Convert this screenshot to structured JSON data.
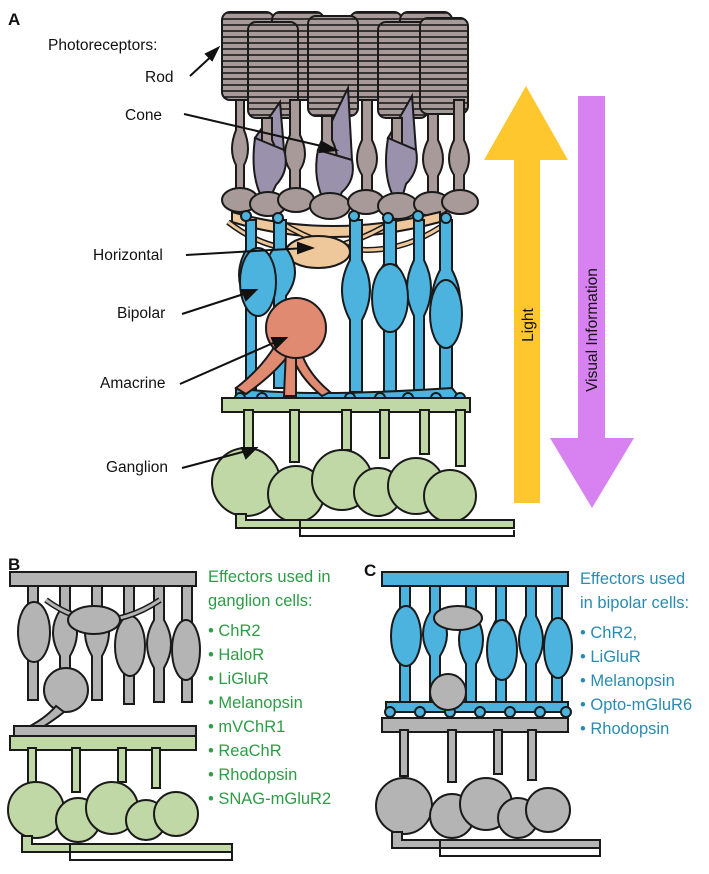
{
  "panels": {
    "a": "A",
    "b": "B",
    "c": "C"
  },
  "labels": {
    "photoreceptors": "Photoreceptors:",
    "rod": "Rod",
    "cone": "Cone",
    "horizontal": "Horizontal",
    "bipolar": "Bipolar",
    "amacrine": "Amacrine",
    "ganglion": "Ganglion"
  },
  "arrows": {
    "light": "Light",
    "visual": "Visual Information"
  },
  "ganglion_effectors": {
    "title_line1": "Effectors used in",
    "title_line2": "ganglion cells:",
    "items": [
      "• ChR2",
      "• HaloR",
      "• LiGluR",
      "• Melanopsin",
      "• mVChR1",
      "• ReaChR",
      "• Rhodopsin",
      "• SNAG-mGluR2"
    ]
  },
  "bipolar_effectors": {
    "title_line1": "Effectors used",
    "title_line2": "in bipolar cells:",
    "items": [
      "• ChR2,",
      "• LiGluR",
      "• Melanopsin",
      "• Opto-mGluR6",
      "• Rhodopsin"
    ]
  },
  "colors": {
    "rod": "#a89a98",
    "cone": "#9a92ad",
    "horizontal": "#eec79b",
    "bipolar": "#4cb2de",
    "amacrine": "#e08a72",
    "ganglion": "#c0d8a6",
    "gray": "#b4b4b4",
    "light_arrow": "#ffc72e",
    "visual_arrow": "#d882f2",
    "ganglion_text": "#2e9b46",
    "bipolar_text": "#2a8bb0"
  }
}
